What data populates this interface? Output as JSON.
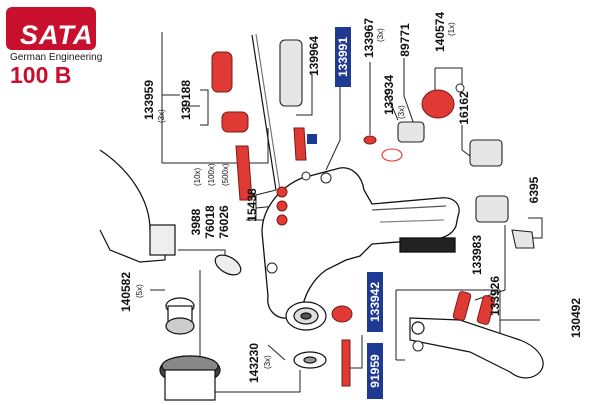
{
  "brand": {
    "logo_text": "SATA",
    "tagline": "German Engineering",
    "model": "100 B"
  },
  "colors": {
    "brand_red": "#c8102e",
    "highlight_blue": "#1f3a93",
    "part_red": "#e03a35",
    "line": "#222222"
  },
  "parts": [
    {
      "id": "p139188",
      "number": "139188"
    },
    {
      "id": "p133959",
      "number": "133959",
      "qty": "(3x)"
    },
    {
      "id": "p139964",
      "number": "139964"
    },
    {
      "id": "p133991",
      "number": "133991",
      "highlight": true
    },
    {
      "id": "p133967",
      "number": "133967",
      "qty": "(3x)"
    },
    {
      "id": "p89771",
      "number": "89771"
    },
    {
      "id": "p133934",
      "number": "133934",
      "qty": "(3x)"
    },
    {
      "id": "p140574",
      "number": "140574",
      "qty": "(1x)"
    },
    {
      "id": "p16162",
      "number": "16162"
    },
    {
      "id": "p6395",
      "number": "6395"
    },
    {
      "id": "p3988",
      "number": "3988",
      "qty": "(10x)"
    },
    {
      "id": "p76018",
      "number": "76018",
      "qty": "(100x)"
    },
    {
      "id": "p76026",
      "number": "76026",
      "qty": "(500x)"
    },
    {
      "id": "p15438",
      "number": "15438"
    },
    {
      "id": "p133983",
      "number": "133983"
    },
    {
      "id": "p133926",
      "number": "133926"
    },
    {
      "id": "p140582",
      "number": "140582",
      "qty": "(5x)"
    },
    {
      "id": "p133942",
      "number": "133942",
      "highlight": true
    },
    {
      "id": "p91959",
      "number": "91959",
      "highlight": true
    },
    {
      "id": "p143230",
      "number": "143230",
      "qty": "(3x)"
    },
    {
      "id": "p130492",
      "number": "130492"
    }
  ]
}
